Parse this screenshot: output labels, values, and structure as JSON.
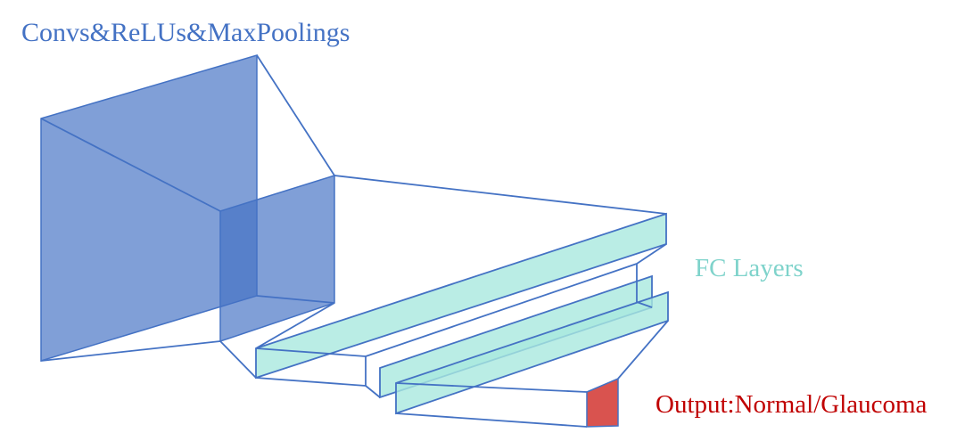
{
  "labels": {
    "conv_block": "Convs&ReLUs&MaxPoolings",
    "fc_block": "FC Layers",
    "output": "Output:Normal/Glaucoma"
  },
  "colors": {
    "conv_fill": "#4472c4",
    "conv_stroke": "#4472c4",
    "fc_fill": "#a9e8df",
    "output_fill": "#d9534f",
    "conv_label": "#4472c4",
    "fc_label": "#7fd3cb",
    "output_label": "#c00000"
  }
}
